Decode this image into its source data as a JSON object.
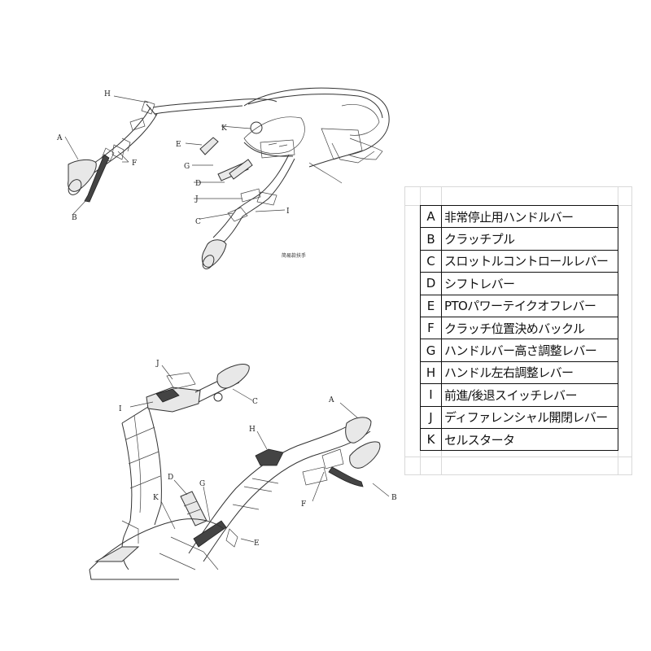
{
  "top_diagram": {
    "caption": "简易款扶手",
    "callouts": [
      "A",
      "B",
      "C",
      "D",
      "E",
      "F",
      "G",
      "H",
      "I",
      "J",
      "K"
    ]
  },
  "bottom_diagram": {
    "callouts": [
      "A",
      "B",
      "C",
      "D",
      "E",
      "F",
      "G",
      "H",
      "I",
      "J",
      "K"
    ]
  },
  "legend": {
    "rows": [
      {
        "key": "A",
        "label": "非常停止用ハンドルバー"
      },
      {
        "key": "B",
        "label": "クラッチプル"
      },
      {
        "key": "C",
        "label": "スロットルコントロールレバー"
      },
      {
        "key": "D",
        "label": "シフトレバー"
      },
      {
        "key": "E",
        "label": "PTOパワーテイクオフレバー"
      },
      {
        "key": "F",
        "label": "クラッチ位置決めバックル"
      },
      {
        "key": "G",
        "label": "ハンドルバー高さ調整レバー"
      },
      {
        "key": "H",
        "label": "ハンドル左右調整レバー"
      },
      {
        "key": "I",
        "label": "前進/後退スイッチレバー"
      },
      {
        "key": "J",
        "label": "ディファレンシャル開閉レバー"
      },
      {
        "key": "K",
        "label": "セルスタータ"
      }
    ]
  }
}
